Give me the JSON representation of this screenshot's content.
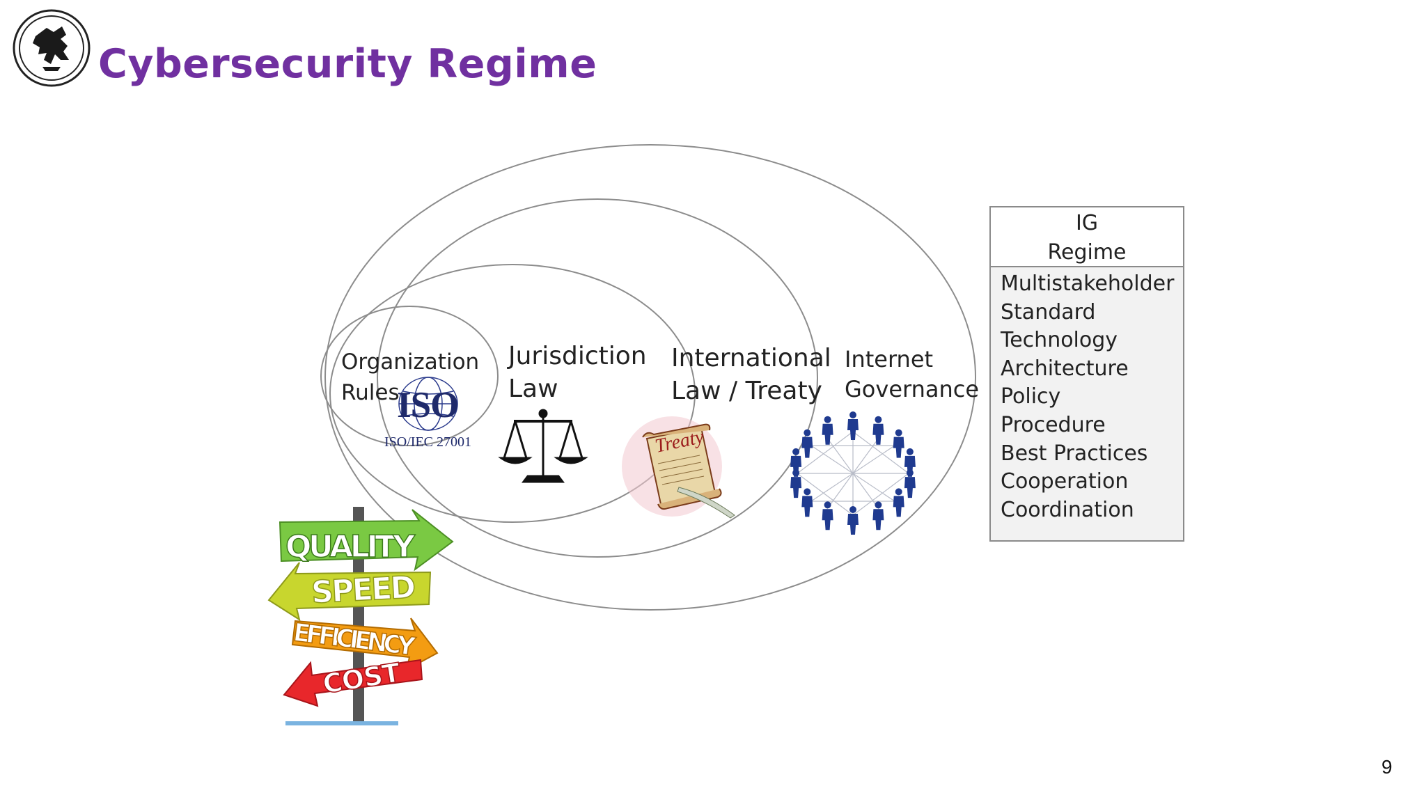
{
  "slide": {
    "title": "Cybersecurity Regime",
    "page_number": "9"
  },
  "diagram": {
    "ellipses": [
      {
        "label_lines": [
          "Organization",
          "Rules"
        ]
      },
      {
        "label_lines": [
          "Jurisdiction",
          "Law"
        ]
      },
      {
        "label_lines": [
          "International",
          "Law / Treaty"
        ]
      },
      {
        "label_lines": [
          "Internet",
          "Governance"
        ]
      }
    ],
    "iso_logo": {
      "mark": "ISO",
      "caption": "ISO/IEC 27001"
    },
    "treaty_scroll": {
      "text": "Treaty"
    },
    "signpost": {
      "signs": [
        {
          "text": "QUALITY",
          "color": "#7ac943"
        },
        {
          "text": "SPEED",
          "color": "#c8d62e"
        },
        {
          "text": "EFFICIENCY",
          "color": "#f39c12"
        },
        {
          "text": "COST",
          "color": "#e8272b"
        }
      ]
    }
  },
  "regime_box": {
    "header_lines": [
      "IG",
      "Regime"
    ],
    "items": [
      "Multistakeholder",
      "Standard",
      "Technology",
      "Architecture",
      "Policy",
      "Procedure",
      "Best Practices",
      "Cooperation",
      "Coordination"
    ]
  },
  "colors": {
    "title": "#7030a0",
    "ellipse_stroke": "#8c8c8c",
    "people": "#1f3a8f"
  },
  "icons": [
    "crest-logo-icon",
    "iso-logo-icon",
    "scales-of-justice-icon",
    "treaty-scroll-icon",
    "people-network-icon",
    "signpost-icon"
  ]
}
